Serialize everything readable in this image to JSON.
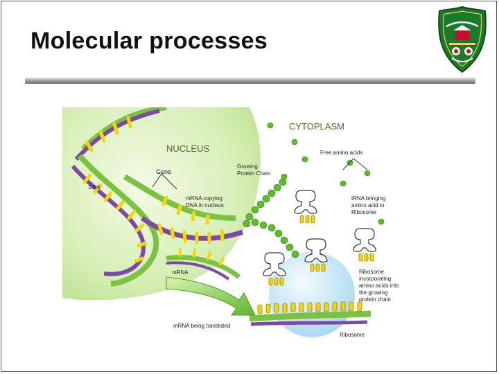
{
  "slide": {
    "title": "Molecular processes"
  },
  "diagram": {
    "nucleus_label": "NUCLEUS",
    "cytoplasm_label": "CYTOPLASM",
    "dna_label": "DNA",
    "gene_label": "Gene",
    "mrna_copying_line1": "mRNA copying",
    "mrna_copying_line2": "DNA in nucleus",
    "growing_chain_line1": "Growing",
    "growing_chain_line2": "Protein Chain",
    "free_amino_acids": "Free amino acids",
    "trna_line1": "tRNA bringing",
    "trna_line2": "amino acid to",
    "trna_line3": "Ribosome",
    "mrna_label": "mRNA",
    "ribosome_incorp_line1": "Ribosome",
    "ribosome_incorp_line2": "incorporating",
    "ribosome_incorp_line3": "amino acids into",
    "ribosome_incorp_line4": "the growing",
    "ribosome_incorp_line5": "protein chain",
    "mrna_translated": "mRNA being translated",
    "ribosome_label": "Ribosome"
  },
  "colors": {
    "nucleus_green": "#cfe9a8",
    "strand_green": "#7cc242",
    "strand_purple": "#7b4aa8",
    "base_yellow": "#f5d800",
    "amino_green": "#5cbf2a",
    "ribosome_blue": "#bfe3f5"
  }
}
